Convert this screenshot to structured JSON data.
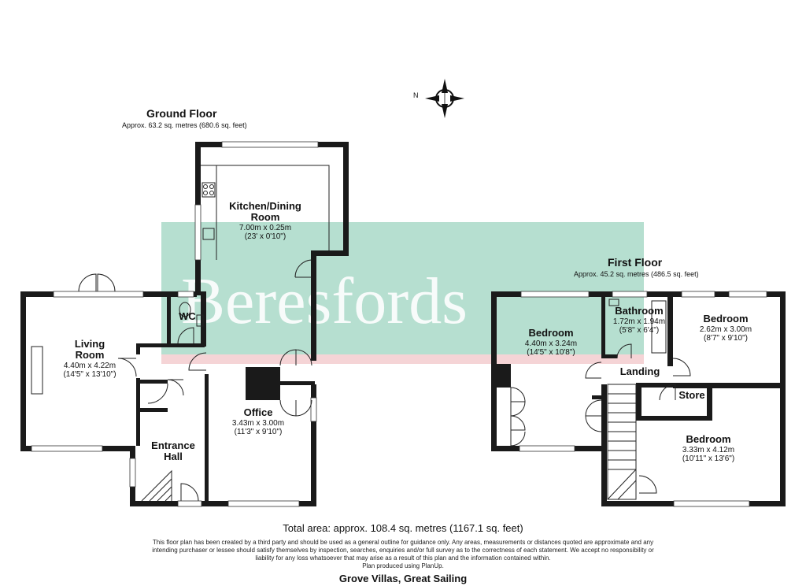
{
  "watermark": {
    "text": "Beresfords",
    "color": "#9ed4c0"
  },
  "ground_floor": {
    "title": "Ground Floor",
    "area": "Approx. 63.2 sq. metres (680.6 sq. feet)",
    "rooms": {
      "kitchen": {
        "name1": "Kitchen/Dining",
        "name2": "Room",
        "metric": "7.00m x 0.25m",
        "imperial": "(23' x 0'10\")"
      },
      "living": {
        "name1": "Living",
        "name2": "Room",
        "metric": "4.40m x 4.22m",
        "imperial": "(14'5\" x 13'10\")"
      },
      "wc": {
        "name": "WC"
      },
      "office": {
        "name": "Office",
        "metric": "3.43m x 3.00m",
        "imperial": "(11'3\" x 9'10\")"
      },
      "hall": {
        "name1": "Entrance",
        "name2": "Hall"
      }
    }
  },
  "first_floor": {
    "title": "First Floor",
    "area": "Approx. 45.2 sq. metres (486.5 sq. feet)",
    "rooms": {
      "bed1": {
        "name": "Bedroom",
        "metric": "4.40m x 3.24m",
        "imperial": "(14'5\" x 10'8\")"
      },
      "bath": {
        "name": "Bathroom",
        "metric": "1.72m x 1.94m",
        "imperial": "(5'8\" x 6'4\")"
      },
      "bed2": {
        "name": "Bedroom",
        "metric": "2.62m x 3.00m",
        "imperial": "(8'7\" x 9'10\")"
      },
      "landing": {
        "name": "Landing"
      },
      "store": {
        "name": "Store"
      },
      "bed3": {
        "name": "Bedroom",
        "metric": "3.33m x 4.12m",
        "imperial": "(10'11\" x 13'6\")"
      }
    }
  },
  "compass": {
    "label": "N"
  },
  "total": "Total area: approx. 108.4 sq. metres (1167.1 sq. feet)",
  "disclaimer": "This floor plan has been created by a third party and should be used as a general outline for guidance only. Any areas, measurements or distances quoted are approximate and any intending purchaser or lessee should satisfy themselves by inspection, searches, enquiries and/or full survey as to the correctness of each statement. We accept no responsibility or liability for any loss whatsoever that may arise as a result of this plan and the information contained within.",
  "produced": "Plan produced using PlanUp.",
  "address": "Grove Villas, Great Sailing"
}
